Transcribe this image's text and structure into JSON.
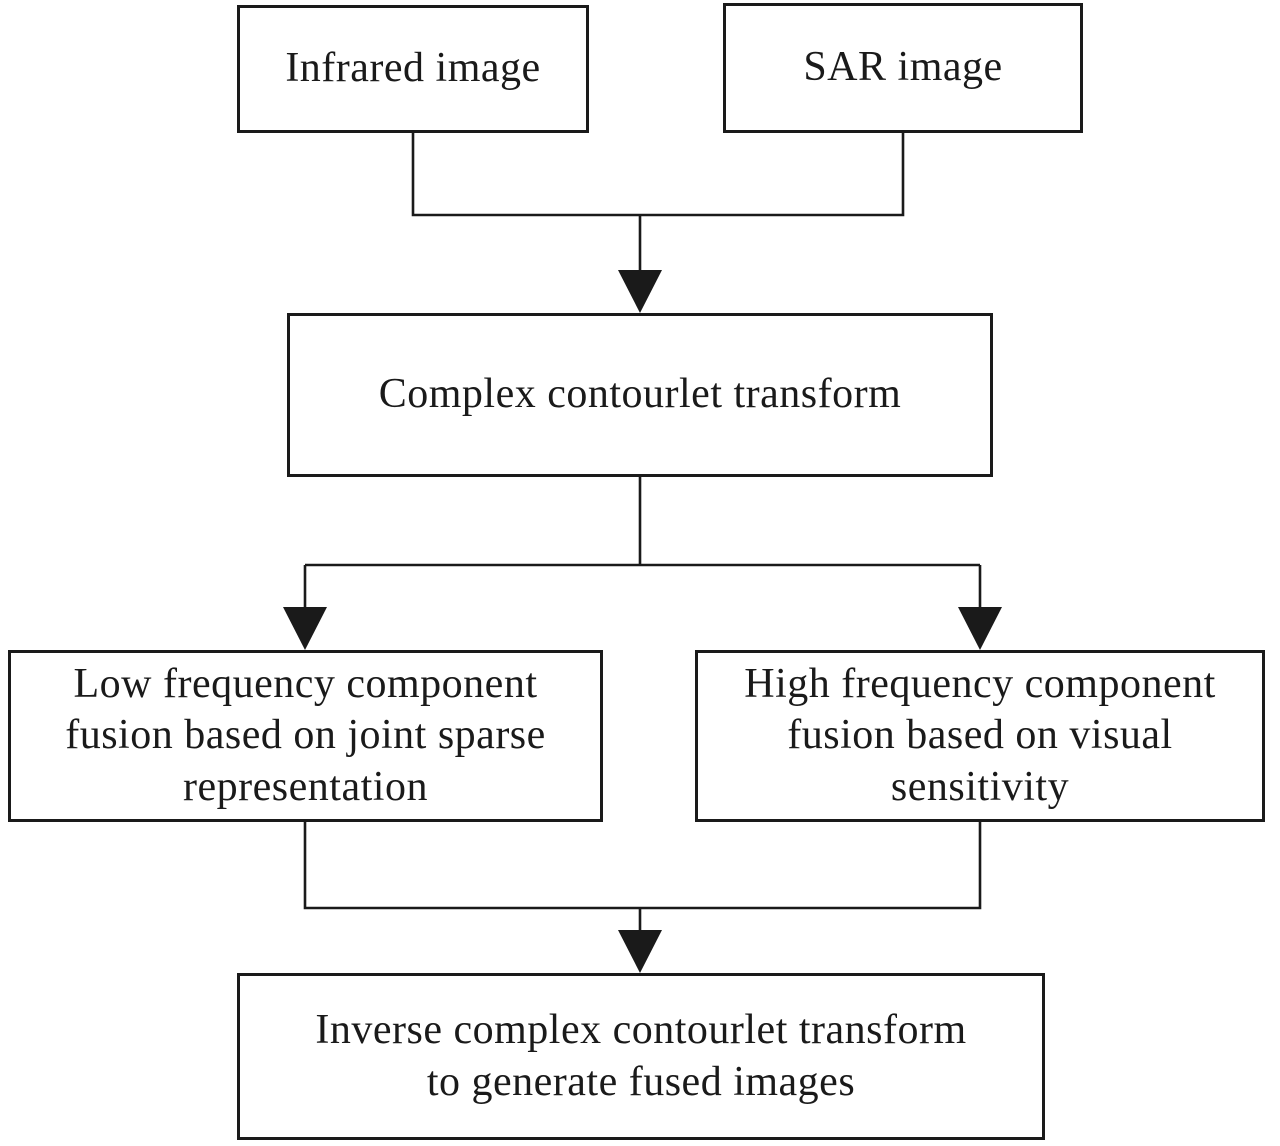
{
  "diagram": {
    "type": "flowchart",
    "colors": {
      "stroke": "#1a1a1a",
      "background": "#ffffff",
      "text": "#1a1a1a"
    },
    "nodes": {
      "infrared": {
        "label": "Infrared image"
      },
      "sar": {
        "label": "SAR image"
      },
      "transform": {
        "label": "Complex contourlet transform"
      },
      "low_freq": {
        "label": "Low frequency component\nfusion based on joint sparse\nrepresentation"
      },
      "high_freq": {
        "label": "High frequency component\nfusion based on visual\nsensitivity"
      },
      "inverse": {
        "label": "Inverse complex contourlet transform\nto generate fused images"
      }
    },
    "edges": [
      {
        "from": "infrared",
        "to": "transform"
      },
      {
        "from": "sar",
        "to": "transform"
      },
      {
        "from": "transform",
        "to": "low_freq"
      },
      {
        "from": "transform",
        "to": "high_freq"
      },
      {
        "from": "low_freq",
        "to": "inverse"
      },
      {
        "from": "high_freq",
        "to": "inverse"
      }
    ]
  }
}
